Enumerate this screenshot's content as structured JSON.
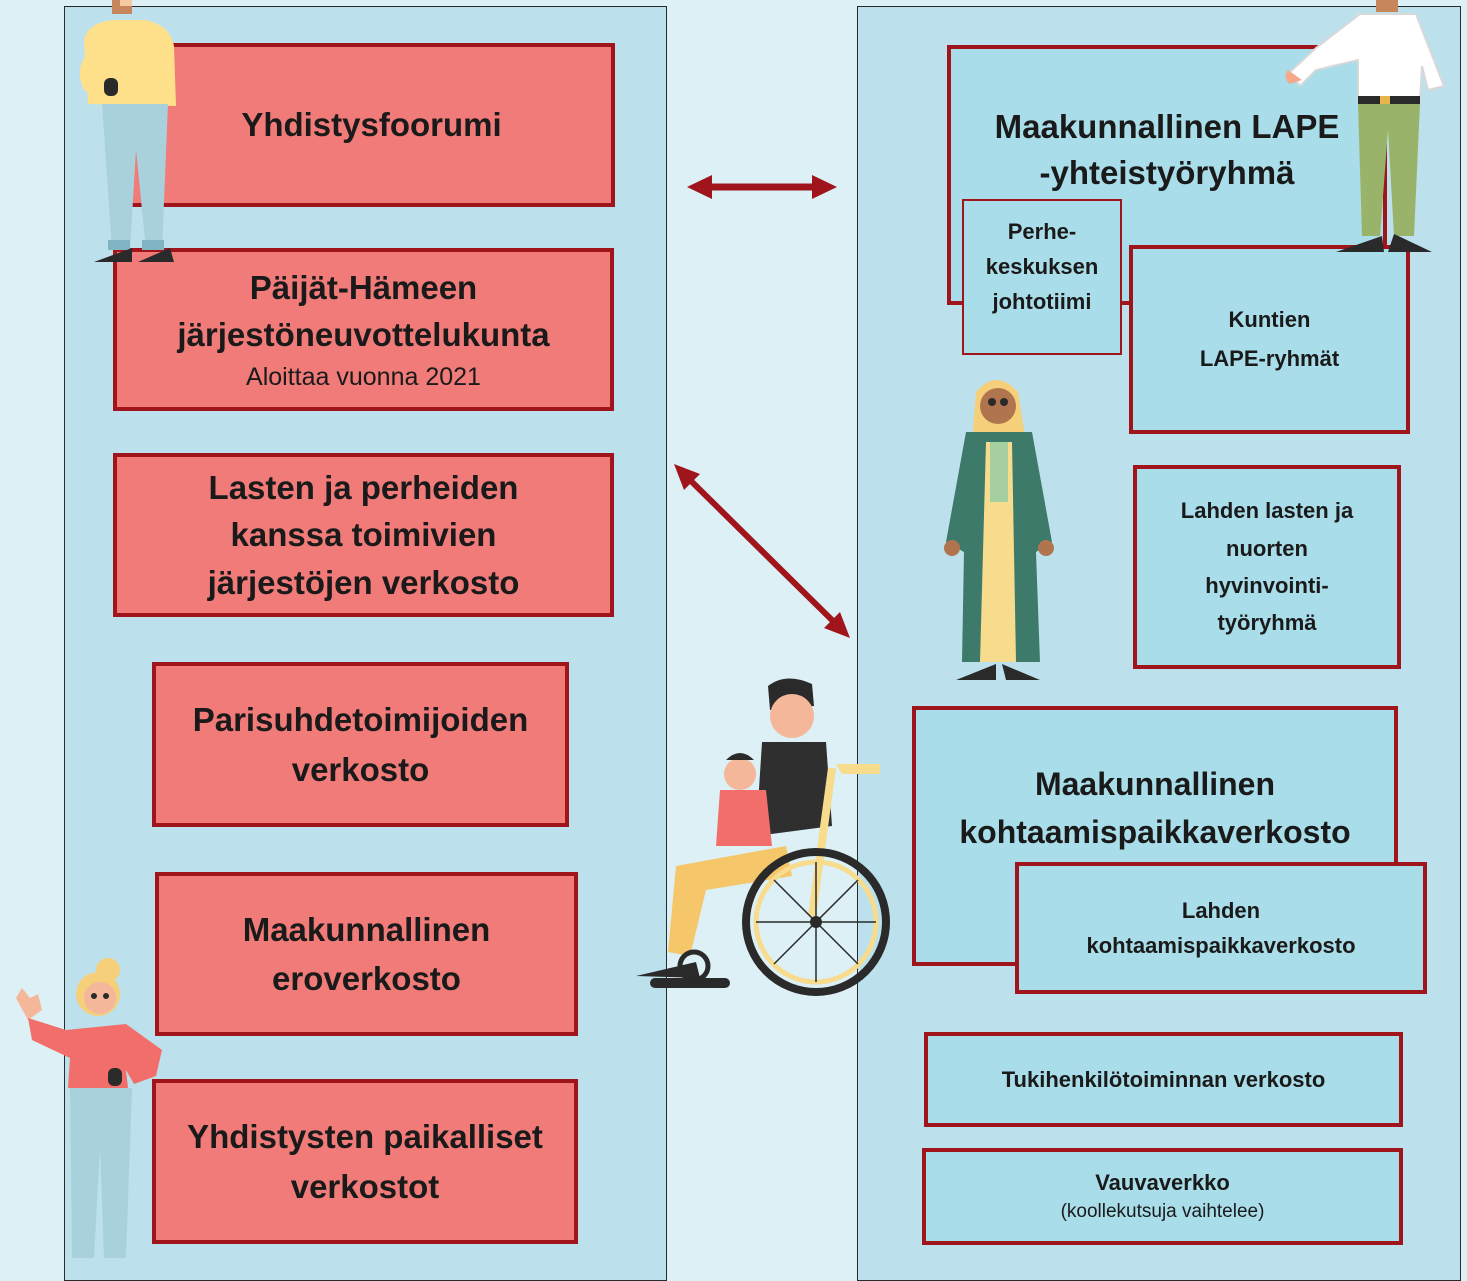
{
  "left_panel": {
    "boxes": [
      {
        "title": "Yhdistysfoorumi"
      },
      {
        "title_1": "Päijät-Hämeen",
        "title_2": "järjestöneuvottelukunta",
        "subtitle": "Aloittaa vuonna 2021"
      },
      {
        "title_1": "Lasten ja perheiden",
        "title_2": "kanssa toimivien",
        "title_3": "järjestöjen verkosto"
      },
      {
        "title_1": "Parisuhdetoimijoiden",
        "title_2": "verkosto"
      },
      {
        "title_1": "Maakunnallinen",
        "title_2": "eroverkosto"
      },
      {
        "title_1": "Yhdistysten paikalliset",
        "title_2": "verkostot"
      }
    ]
  },
  "right_panel": {
    "lape": {
      "title_1": "Maakunnallinen LAPE",
      "title_2": "-yhteistyöryhmä"
    },
    "perhekeskus": {
      "l1": "Perhe-",
      "l2": "keskuksen",
      "l3": "johtotiimi"
    },
    "kuntien": {
      "l1": "Kuntien",
      "l2": "LAPE-ryhmät"
    },
    "lahden_lasten": {
      "l1": "Lahden lasten ja",
      "l2": "nuorten",
      "l3": "hyvinvointi-",
      "l4": "työryhmä"
    },
    "kohtaamis": {
      "title_1": "Maakunnallinen",
      "title_2": "kohtaamispaikkaverkosto"
    },
    "lahden_kohtaamis": {
      "l1": "Lahden",
      "l2": "kohtaamispaikkaverkosto"
    },
    "tukihenkilo": {
      "title": "Tukihenkilötoiminnan verkosto"
    },
    "vauvaverkko": {
      "title": "Vauvaverkko",
      "subtitle": "(koollekutsuja vaihtelee)"
    }
  },
  "colors": {
    "red_fill": "#f07b78",
    "red_border": "#a0151c",
    "blue_fill": "#a8dde9",
    "panel": "#bde1ec",
    "background": "#dcf0f6"
  }
}
